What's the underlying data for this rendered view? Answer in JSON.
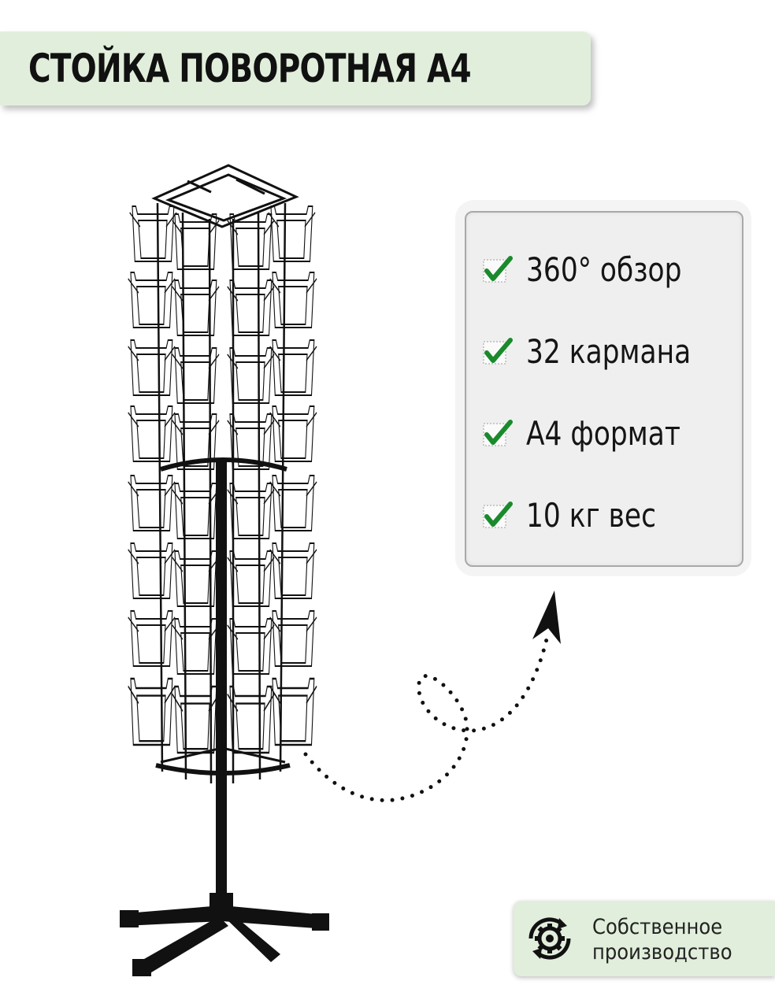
{
  "title": "СТОЙКА ПОВОРОТНАЯ А4",
  "features": [
    {
      "label": "360° обзор"
    },
    {
      "label": "32 кармана"
    },
    {
      "label": "А4 формат"
    },
    {
      "label": "10 кг вес"
    }
  ],
  "badge": {
    "line1": "Собственное",
    "line2": "производство",
    "icon": "gear-cycle-icon"
  },
  "colors": {
    "banner_bg": "#e1eedb",
    "check_green": "#1a8a2c",
    "stand": "#111111"
  }
}
